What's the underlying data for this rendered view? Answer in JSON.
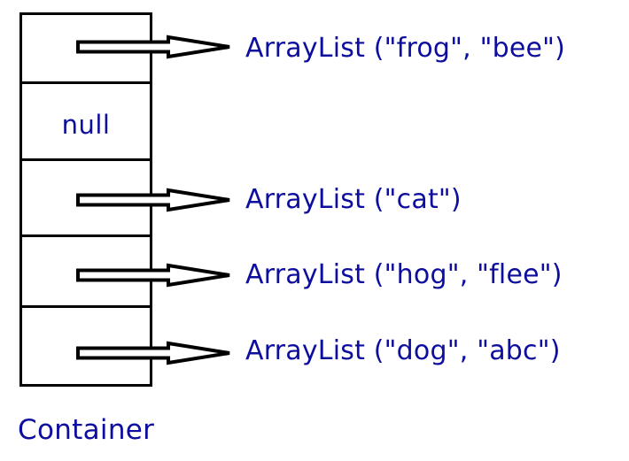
{
  "diagram": {
    "title_caption": "Container",
    "structure_type": "array-of-references",
    "colors": {
      "text": "#0d0d9e",
      "outline": "#000000",
      "background": "#ffffff"
    },
    "container": {
      "name": "Container",
      "cell_count": 5,
      "cells": [
        {
          "index": 0,
          "value": "",
          "kind": "reference",
          "target": "ArrayList (\"frog\", \"bee\")"
        },
        {
          "index": 1,
          "value": "null",
          "kind": "null",
          "target": ""
        },
        {
          "index": 2,
          "value": "",
          "kind": "reference",
          "target": "ArrayList (\"cat\")"
        },
        {
          "index": 3,
          "value": "",
          "kind": "reference",
          "target": "ArrayList (\"hog\", \"flee\")"
        },
        {
          "index": 4,
          "value": "",
          "kind": "reference",
          "target": "ArrayList (\"dog\", \"abc\")"
        }
      ]
    },
    "references": [
      {
        "index": 0,
        "label": "ArrayList (\"frog\", \"bee\")",
        "elements": [
          "frog",
          "bee"
        ]
      },
      {
        "index": 1,
        "label": "ArrayList (\"cat\")",
        "elements": [
          "cat"
        ]
      },
      {
        "index": 2,
        "label": "ArrayList (\"hog\", \"flee\")",
        "elements": [
          "hog",
          "flee"
        ]
      },
      {
        "index": 3,
        "label": "ArrayList (\"dog\", \"abc\")",
        "elements": [
          "dog",
          "abc"
        ]
      }
    ],
    "icons": {
      "pointer_arrow": "hollow-right-arrow-icon"
    }
  }
}
